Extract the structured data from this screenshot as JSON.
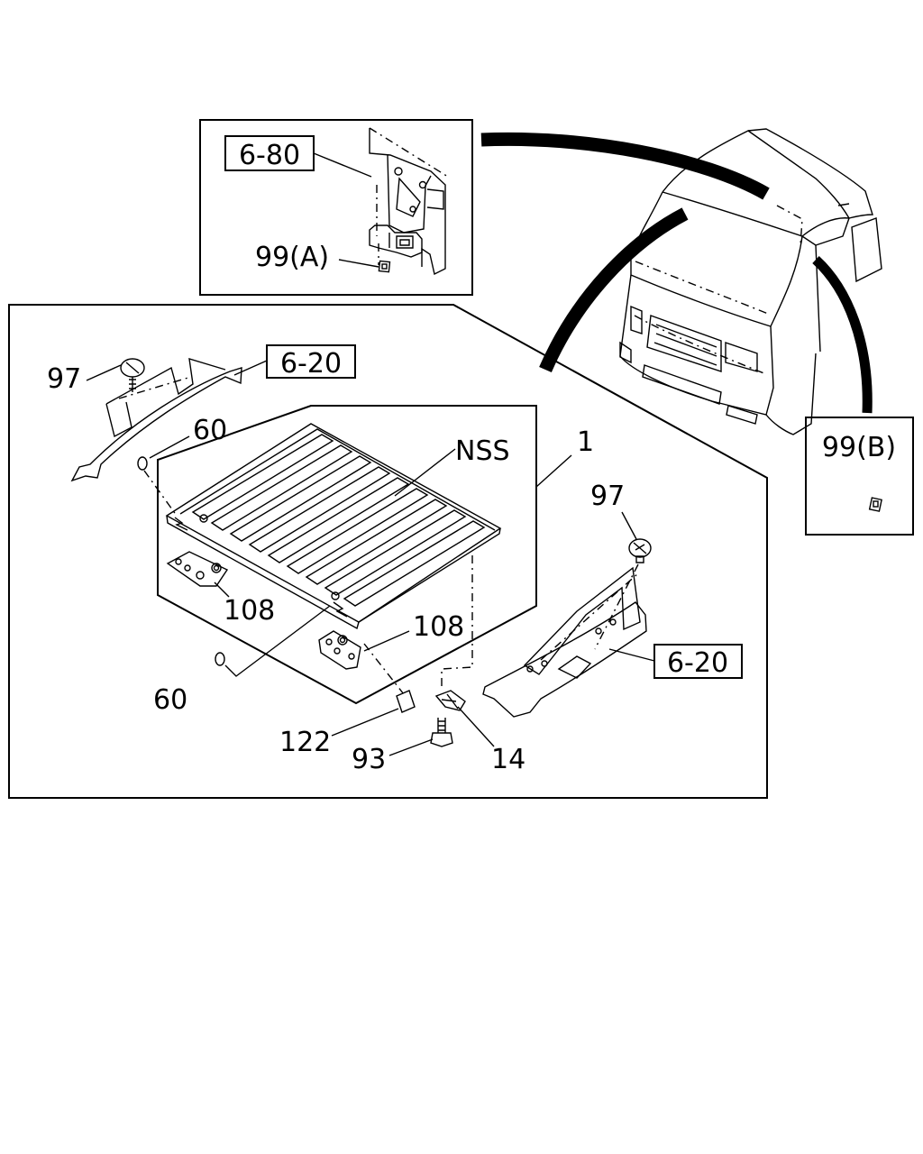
{
  "labels": {
    "ref_6_80": "6-80",
    "part_99a": "99(A)",
    "part_99b": "99(B)",
    "ref_6_20_left": "6-20",
    "ref_6_20_right": "6-20",
    "part_97_left": "97",
    "part_97_right": "97",
    "part_60_top": "60",
    "part_60_bottom": "60",
    "nss": "NSS",
    "part_1": "1",
    "part_108_left": "108",
    "part_108_right": "108",
    "part_122": "122",
    "part_93": "93",
    "part_14": "14"
  }
}
